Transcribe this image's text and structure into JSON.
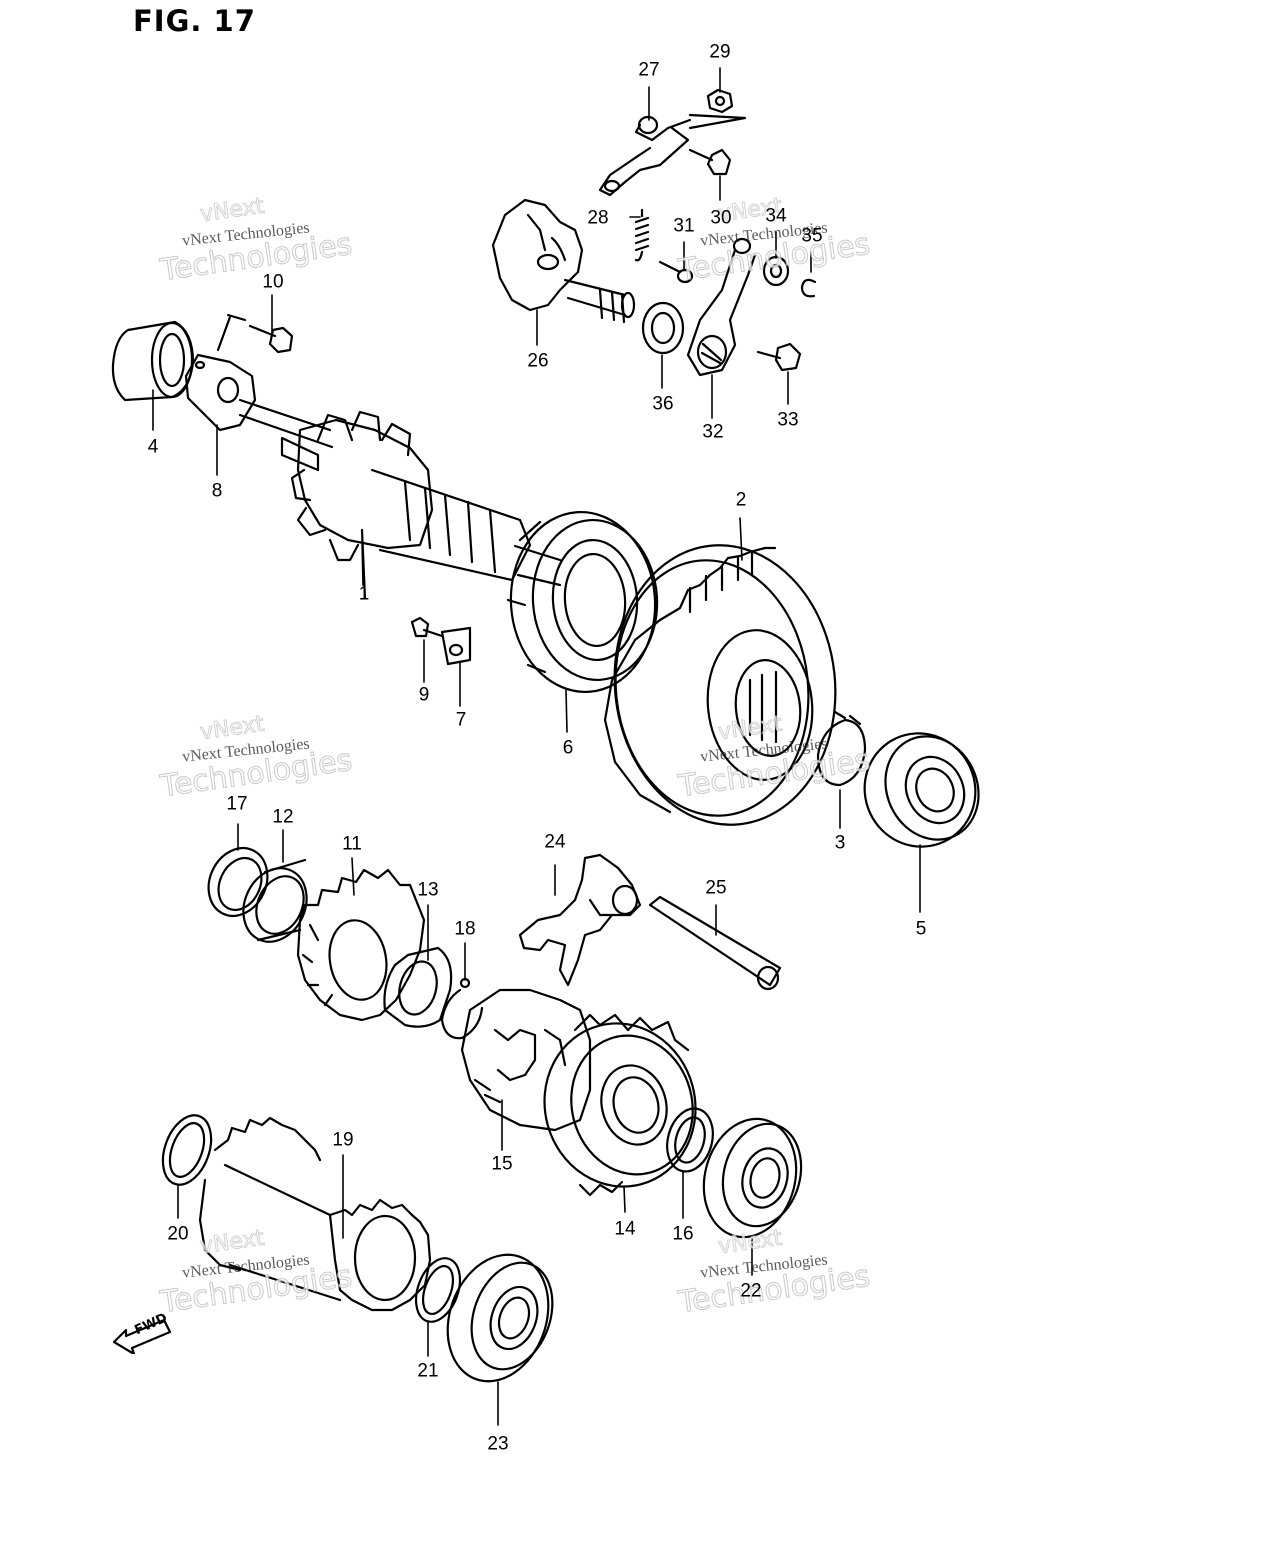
{
  "figure": {
    "title": "FIG. 17"
  },
  "watermark": {
    "line1": "vNext",
    "line2": "vNext Technologies",
    "line3": "Technologies"
  },
  "direction_indicator": {
    "text": "FWD"
  },
  "part_labels": [
    "1",
    "2",
    "3",
    "4",
    "5",
    "6",
    "7",
    "8",
    "9",
    "10",
    "11",
    "12",
    "13",
    "14",
    "15",
    "16",
    "17",
    "18",
    "19",
    "20",
    "21",
    "22",
    "23",
    "24",
    "25",
    "26",
    "27",
    "28",
    "29",
    "30",
    "31",
    "32",
    "33",
    "34",
    "35",
    "36"
  ]
}
